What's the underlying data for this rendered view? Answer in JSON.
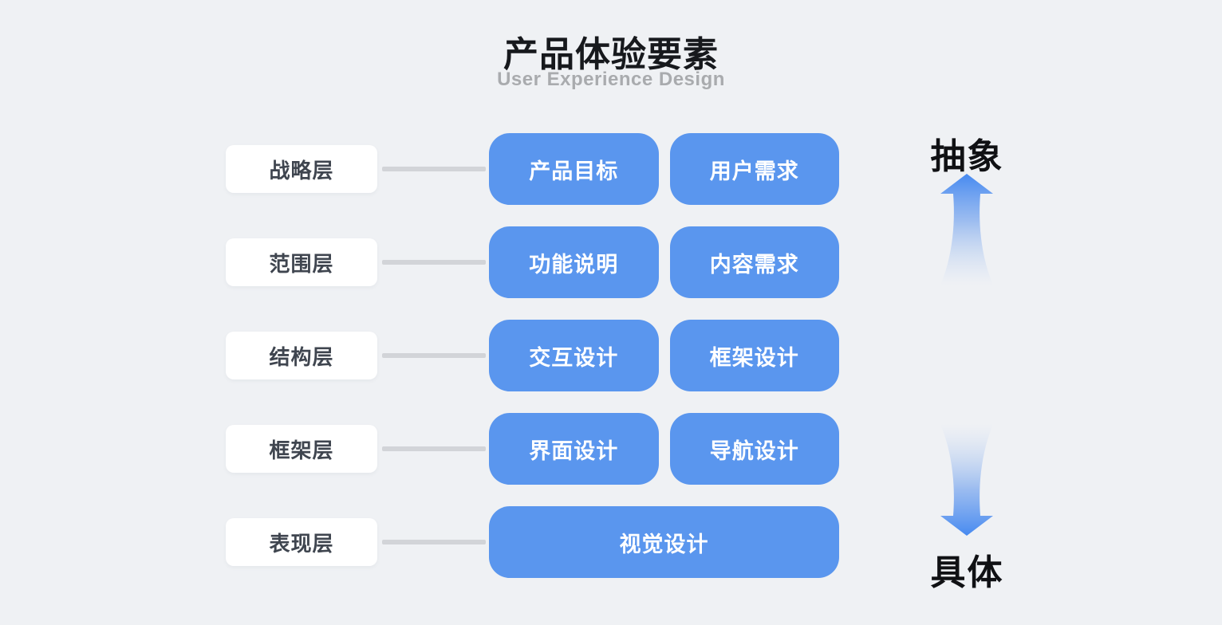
{
  "header": {
    "title": "产品体验要素",
    "subtitle": "User Experience Design"
  },
  "diagram": {
    "rows": [
      {
        "layer": "战略层",
        "items": [
          "产品目标",
          "用户需求"
        ]
      },
      {
        "layer": "范围层",
        "items": [
          "功能说明",
          "内容需求"
        ]
      },
      {
        "layer": "结构层",
        "items": [
          "交互设计",
          "框架设计"
        ]
      },
      {
        "layer": "框架层",
        "items": [
          "界面设计",
          "导航设计"
        ]
      },
      {
        "layer": "表现层",
        "items": [
          "视觉设计"
        ]
      }
    ]
  },
  "axis": {
    "top_label": "抽象",
    "bottom_label": "具体"
  },
  "colors": {
    "background": "#eff1f4",
    "card_blue": "#5a96ee",
    "card_text": "#ffffff",
    "label_bg": "#ffffff",
    "label_text": "#3f454f",
    "connector": "#d2d4d8",
    "title_text": "#17191d",
    "subtitle_text": "#a9abae",
    "axis_text": "#101114",
    "arrow_blue": "#478af0"
  }
}
